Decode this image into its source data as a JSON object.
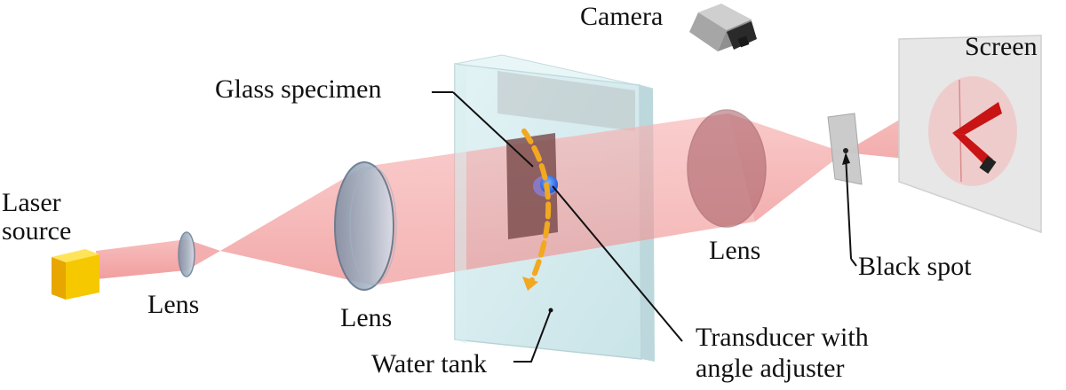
{
  "labels": {
    "camera": "Camera",
    "screen": "Screen",
    "glass_specimen": "Glass specimen",
    "laser_source_line1": "Laser",
    "laser_source_line2": "source",
    "lens_small": "Lens",
    "lens_large_left": "Lens",
    "lens_right": "Lens",
    "black_spot": "Black spot",
    "transducer_line1": "Transducer with",
    "transducer_line2": "angle adjuster",
    "water_tank": "Water tank"
  },
  "colors": {
    "laser_source": "#f5c800",
    "beam": "#f08a8a",
    "water_tank": "#cfe9ec",
    "specimen": "#7a4a4a",
    "transducer": "#2f6ff0",
    "angle_arrow": "#f2a81f",
    "screen": "#e9e9e9",
    "spot_pattern": "#c81414",
    "camera": "#9a9a9a"
  }
}
